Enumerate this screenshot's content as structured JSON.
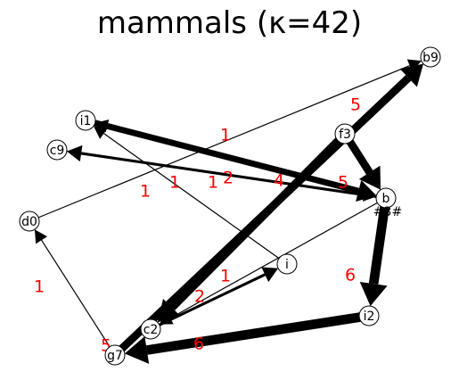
{
  "title": "mammals (κ=42)",
  "colors": {
    "edge": "#000000",
    "weight_label": "#ff0000",
    "node_fill": "#ffffff"
  },
  "nodes": [
    {
      "id": "b9",
      "label": "b9"
    },
    {
      "id": "i1",
      "label": "i1"
    },
    {
      "id": "c9",
      "label": "c9"
    },
    {
      "id": "f3",
      "label": "f3"
    },
    {
      "id": "d0",
      "label": "d0"
    },
    {
      "id": "hub",
      "label": "b"
    },
    {
      "id": "i",
      "label": "i"
    },
    {
      "id": "i2",
      "label": "i2"
    },
    {
      "id": "c2",
      "label": "c2"
    },
    {
      "id": "g",
      "label": "g7"
    }
  ],
  "edges": [
    {
      "from": "d0",
      "to": "b9",
      "weight": 1
    },
    {
      "from": "hub",
      "to": "i1",
      "weight": 1
    },
    {
      "from": "hub",
      "to": "c9",
      "weight": 2
    },
    {
      "from": "i1",
      "to": "hub",
      "weight": 4
    },
    {
      "from": "c9",
      "to": "hub",
      "weight": 1
    },
    {
      "from": "i",
      "to": "i1",
      "weight": 1
    },
    {
      "from": "f3",
      "to": "hub",
      "weight": 5
    },
    {
      "from": "hub",
      "to": "i2",
      "weight": 6
    },
    {
      "from": "i2",
      "to": "g",
      "weight": 6
    },
    {
      "from": "g",
      "to": "d0",
      "weight": 1
    },
    {
      "from": "g",
      "to": "b9",
      "weight": 5
    },
    {
      "from": "f3",
      "to": "c2",
      "weight": 5
    },
    {
      "from": "c2",
      "to": "i",
      "weight": 2
    },
    {
      "from": "hub",
      "to": "c2",
      "weight": 1
    }
  ],
  "hub_extra_marks": "#3#"
}
